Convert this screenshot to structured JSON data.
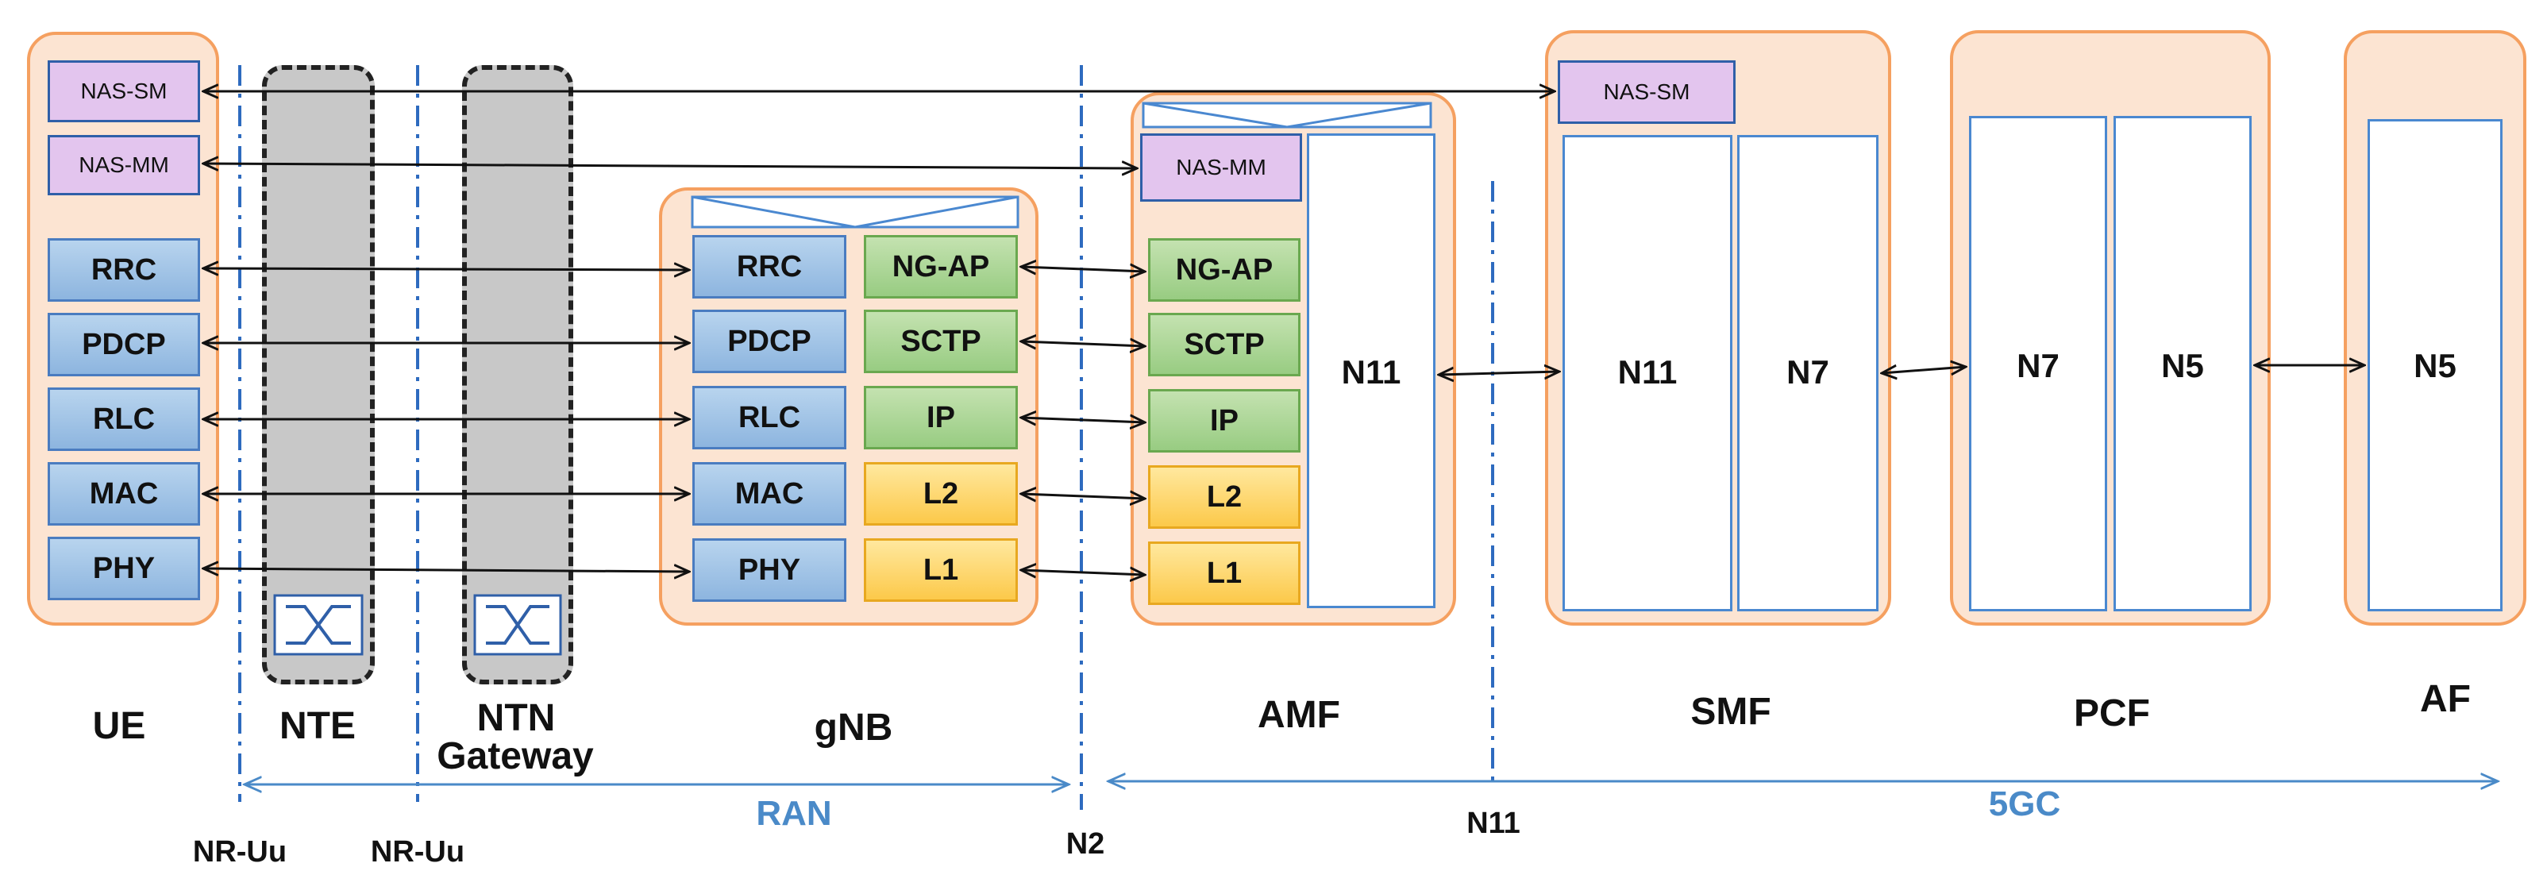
{
  "ue": {
    "title": "UE",
    "nas_sm": "NAS-SM",
    "nas_mm": "NAS-MM",
    "layers": [
      "RRC",
      "PDCP",
      "RLC",
      "MAC",
      "PHY"
    ]
  },
  "nte": {
    "title": "NTE"
  },
  "ntn_gateway": {
    "title_line1": "NTN",
    "title_line2": "Gateway"
  },
  "gnb": {
    "title": "gNB",
    "left_layers": [
      "RRC",
      "PDCP",
      "RLC",
      "MAC",
      "PHY"
    ],
    "right_layers": [
      "NG-AP",
      "SCTP",
      "IP",
      "L2",
      "L1"
    ]
  },
  "amf": {
    "title": "AMF",
    "nas_mm": "NAS-MM",
    "layers": [
      "NG-AP",
      "SCTP",
      "IP",
      "L2",
      "L1"
    ],
    "interface": "N11"
  },
  "smf": {
    "title": "SMF",
    "nas_sm": "NAS-SM",
    "interface_left": "N11",
    "interface_right": "N7"
  },
  "pcf": {
    "title": "PCF",
    "interface_left": "N7",
    "interface_right": "N5"
  },
  "af": {
    "title": "AF",
    "interface": "N5"
  },
  "reference_points": {
    "nr_uu_1": "NR-Uu",
    "nr_uu_2": "NR-Uu",
    "n2": "N2",
    "n11": "N11"
  },
  "domains": {
    "ran": "RAN",
    "core": "5GC"
  },
  "colors": {
    "node_fill": "#fce4d2",
    "node_border": "#f5a060",
    "layer_blue": "#9fc2e6",
    "layer_green": "#a9d591",
    "layer_yellow": "#fdd46a",
    "nas_purple": "#e3c5ee",
    "domain_text": "#4a8ac8"
  }
}
